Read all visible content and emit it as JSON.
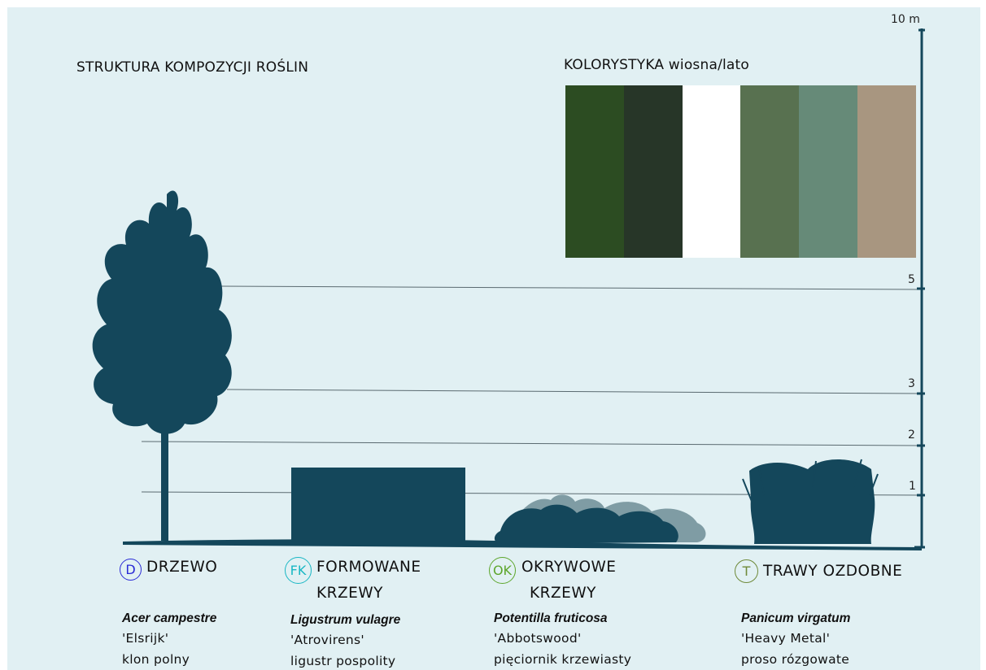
{
  "title_structure": "STRUKTURA KOMPOZYCJI ROŚLIN",
  "title_colors": "KOLORYSTYKA wiosna/lato",
  "palette": [
    "#2c4c22",
    "#273628",
    "#ffffff",
    "#587150",
    "#668a78",
    "#a89680"
  ],
  "scale": {
    "top_label": "10 m",
    "ticks": [
      "5",
      "3",
      "2",
      "1"
    ]
  },
  "plant_color": "#14475b",
  "plants": [
    {
      "code": "D",
      "code_color": "#2a2ad6",
      "category_line1": "DRZEWO",
      "category_line2": "",
      "latin": "Acer campestre",
      "cultivar": "'Elsrijk'",
      "common": "klon polny"
    },
    {
      "code": "FK",
      "code_color": "#19b7c4",
      "category_line1": "FORMOWANE",
      "category_line2": "KRZEWY",
      "latin": "Ligustrum vulagre",
      "cultivar": "'Atrovirens'",
      "common": "ligustr pospolity"
    },
    {
      "code": "OK",
      "code_color": "#5da62c",
      "category_line1": "OKRYWOWE",
      "category_line2": "KRZEWY",
      "latin": "Potentilla fruticosa",
      "cultivar": "'Abbotswood'",
      "common": "pięciornik krzewiasty"
    },
    {
      "code": "T",
      "code_color": "#6f8a3a",
      "category_line1": "TRAWY OZDOBNE",
      "category_line2": "",
      "latin": "Panicum virgatum",
      "cultivar": "'Heavy Metal'",
      "common": "proso rózgowate"
    }
  ]
}
